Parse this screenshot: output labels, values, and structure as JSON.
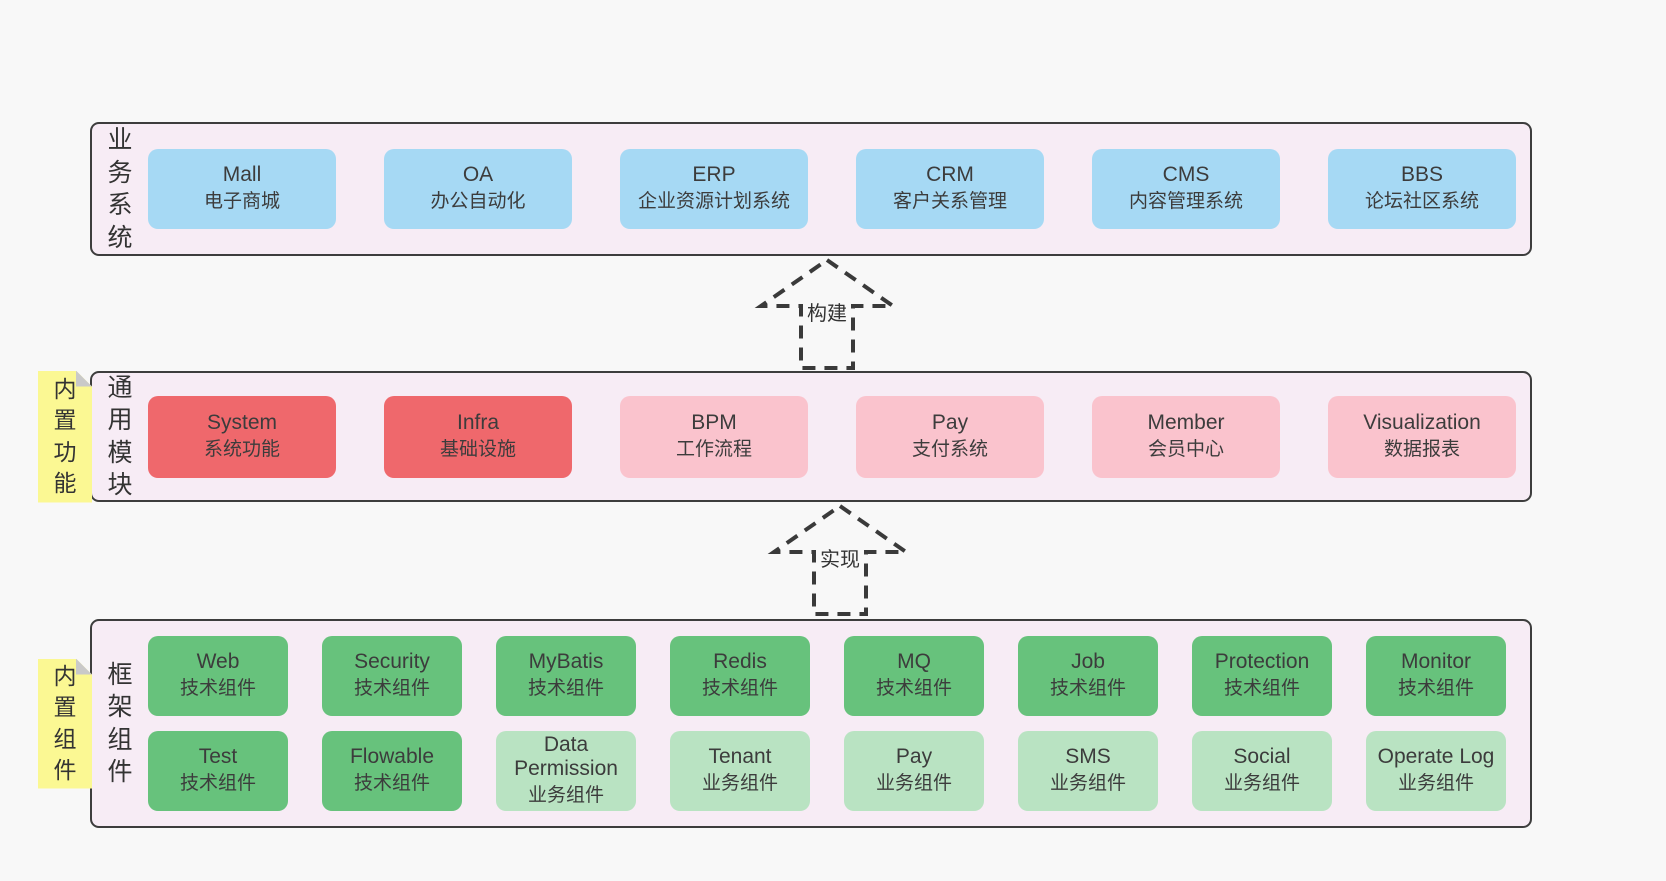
{
  "page": {
    "background": "#f8f8f8"
  },
  "colors": {
    "blue": "#a6d9f4",
    "red": "#ef686c",
    "pink": "#fac3cd",
    "green": "#67c27c",
    "lightgreen": "#b9e3c2",
    "note_yellow": "#fbf893",
    "container_bg": "#f7ecf5",
    "container_border": "#3d3d3d",
    "text": "#3c3c3c"
  },
  "layers": [
    {
      "label": "业务系统",
      "note": null,
      "rows": [
        [
          {
            "name": "Mall",
            "desc": "电子商城",
            "variant": "blue"
          },
          {
            "name": "OA",
            "desc": "办公自动化",
            "variant": "blue"
          },
          {
            "name": "ERP",
            "desc": "企业资源计划系统",
            "variant": "blue"
          },
          {
            "name": "CRM",
            "desc": "客户关系管理",
            "variant": "blue"
          },
          {
            "name": "CMS",
            "desc": "内容管理系统",
            "variant": "blue"
          },
          {
            "name": "BBS",
            "desc": "论坛社区系统",
            "variant": "blue"
          }
        ]
      ]
    },
    {
      "label": "通用模块",
      "note": "内置功能",
      "rows": [
        [
          {
            "name": "System",
            "desc": "系统功能",
            "variant": "red"
          },
          {
            "name": "Infra",
            "desc": "基础设施",
            "variant": "red"
          },
          {
            "name": "BPM",
            "desc": "工作流程",
            "variant": "pink"
          },
          {
            "name": "Pay",
            "desc": "支付系统",
            "variant": "pink"
          },
          {
            "name": "Member",
            "desc": "会员中心",
            "variant": "pink"
          },
          {
            "name": "Visualization",
            "desc": "数据报表",
            "variant": "pink"
          }
        ]
      ]
    },
    {
      "label": "框架组件",
      "note": "内置组件",
      "rows": [
        [
          {
            "name": "Web",
            "desc": "技术组件",
            "variant": "green"
          },
          {
            "name": "Security",
            "desc": "技术组件",
            "variant": "green"
          },
          {
            "name": "MyBatis",
            "desc": "技术组件",
            "variant": "green"
          },
          {
            "name": "Redis",
            "desc": "技术组件",
            "variant": "green"
          },
          {
            "name": "MQ",
            "desc": "技术组件",
            "variant": "green"
          },
          {
            "name": "Job",
            "desc": "技术组件",
            "variant": "green"
          },
          {
            "name": "Protection",
            "desc": "技术组件",
            "variant": "green"
          },
          {
            "name": "Monitor",
            "desc": "技术组件",
            "variant": "green"
          }
        ],
        [
          {
            "name": "Test",
            "desc": "技术组件",
            "variant": "green"
          },
          {
            "name": "Flowable",
            "desc": "技术组件",
            "variant": "green"
          },
          {
            "name": "Data Permission",
            "desc": "业务组件",
            "variant": "lightgreen"
          },
          {
            "name": "Tenant",
            "desc": "业务组件",
            "variant": "lightgreen"
          },
          {
            "name": "Pay",
            "desc": "业务组件",
            "variant": "lightgreen"
          },
          {
            "name": "SMS",
            "desc": "业务组件",
            "variant": "lightgreen"
          },
          {
            "name": "Social",
            "desc": "业务组件",
            "variant": "lightgreen"
          },
          {
            "name": "Operate Log",
            "desc": "业务组件",
            "variant": "lightgreen"
          }
        ]
      ]
    }
  ],
  "arrows": [
    {
      "label": "构建"
    },
    {
      "label": "实现"
    }
  ]
}
